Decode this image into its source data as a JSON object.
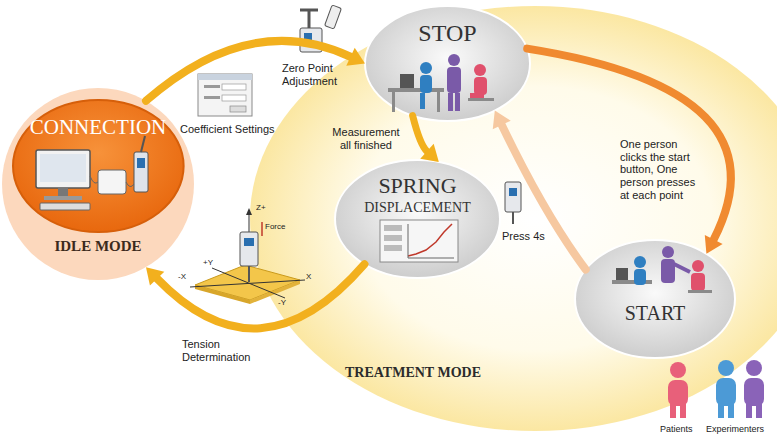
{
  "diagram": {
    "nodes": [
      {
        "text": [
          "IDLE MODE"
        ]
      },
      {
        "text": [
          "CONNECTION"
        ],
        "in": 0
      },
      {
        "text": [
          "TREATMENT MODE"
        ]
      },
      {
        "text": [
          "STOP"
        ],
        "in": 2
      },
      {
        "text": [
          "START"
        ],
        "in": 2
      },
      {
        "text": [
          "SPRING",
          "DISPLACEMENT"
        ],
        "in": 2
      }
    ],
    "edges": [
      {
        "from": 0,
        "to": 3,
        "arrow": "to"
      },
      {
        "from": 3,
        "to": 4,
        "arrow": "to"
      },
      {
        "from": 4,
        "to": 3,
        "arrow": "to"
      },
      {
        "from": 3,
        "to": 5,
        "arrow": "to"
      },
      {
        "from": 5,
        "to": 0,
        "arrow": "to"
      }
    ],
    "labels": [
      "Coefficient Settings",
      "Zero Point Adjustment",
      "One person clicks the start button, One person presses at each point",
      "Measurement all finished",
      "Press 4s",
      "Z+",
      "Force",
      "-X",
      "+Y",
      "X",
      "-Y",
      "Tension Determination"
    ],
    "legend": [
      {
        "text": "Patients"
      },
      {
        "text": "Experimenters"
      }
    ]
  }
}
